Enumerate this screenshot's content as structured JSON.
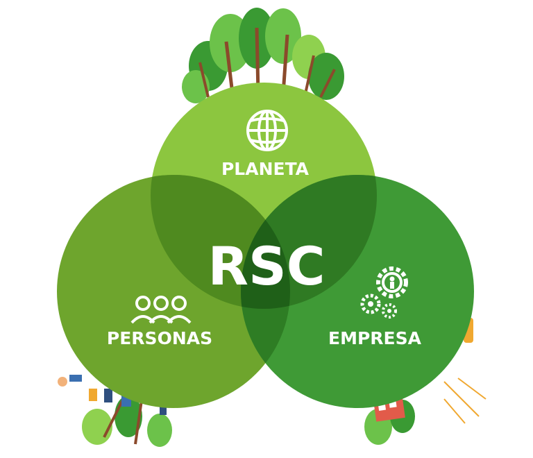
{
  "diagram": {
    "center_label": "RSC",
    "circles": [
      {
        "label": "PLANETA",
        "icon": "globe-icon",
        "color": "#8cc63f"
      },
      {
        "label": "PERSONAS",
        "icon": "people-icon",
        "color": "#6ea52d"
      },
      {
        "label": "EMPRESA",
        "icon": "gears-icon",
        "color": "#3f9a36"
      }
    ],
    "colors": {
      "planeta": "#8cc63f",
      "personas": "#6ea52d",
      "empresa": "#3f9a36",
      "overlap_pp": "#4f8a1f",
      "overlap_pe": "#2f7a23",
      "overlap_ee": "#2e7d24",
      "center": "#1f6018",
      "foliage_light": "#8fd14f",
      "foliage_dark": "#3a9a33",
      "trunk": "#8b4a2b"
    }
  }
}
